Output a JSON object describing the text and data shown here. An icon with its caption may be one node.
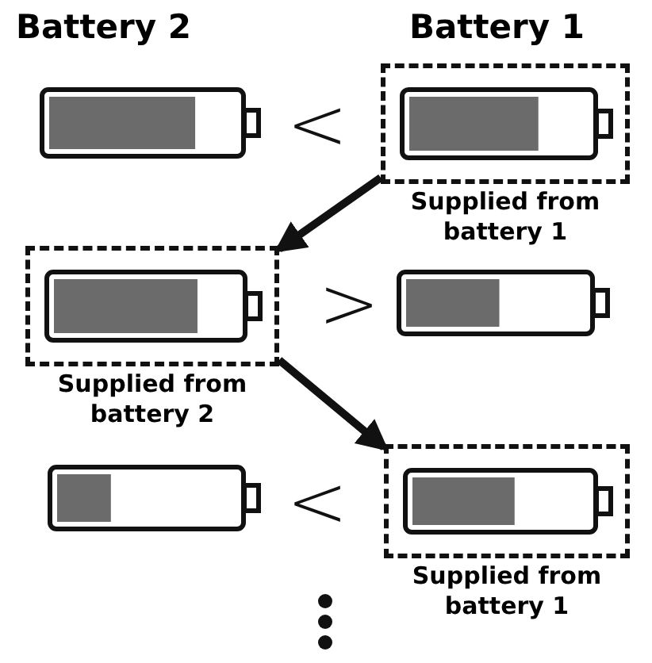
{
  "diagram": {
    "nodes": [
      {
        "text": [
          "Supplied from battery 1"
        ]
      },
      {
        "text": [
          "Supplied from battery 2"
        ]
      },
      {
        "text": [
          "Supplied from battery 1"
        ]
      }
    ],
    "edges": [
      {
        "from": 0,
        "to": 1,
        "arrow": "to"
      },
      {
        "from": 1,
        "to": 2,
        "arrow": "to"
      }
    ],
    "labels": [
      "Battery 2",
      "Battery 1",
      "<",
      ">",
      "<"
    ]
  }
}
